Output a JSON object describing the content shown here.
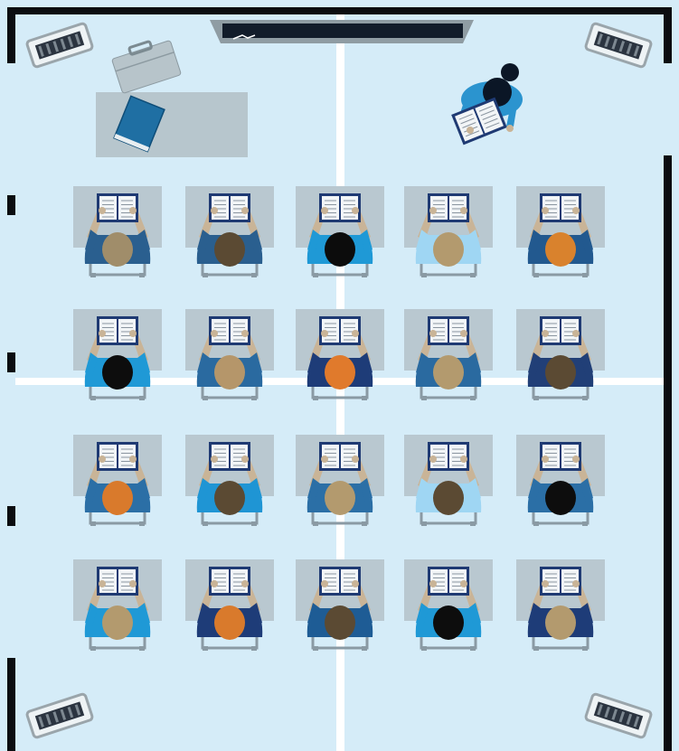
{
  "colors": {
    "floor": "#d5ecf8",
    "wall": "#0b0d10",
    "divider": "#ffffff",
    "desk": "#b9c8d0",
    "chair": "#8a9aa4",
    "book_cover": "#1f3a73",
    "book_page": "#f2f5f7",
    "skin": "#c9b497",
    "board_frame": "#8f9ca3",
    "board": "#121c2a",
    "teacher_table": "#b7c6cd",
    "briefcase": "#b7c4ca",
    "notebook": "#1f6fa3",
    "speaker": "#9aa5ab"
  },
  "scene": {
    "whiteboard": "whiteboard",
    "teacher_desk": "teacher-desk",
    "teacher": {
      "hair": "#0b1626",
      "shirt": "#2b94cf"
    },
    "speakers": [
      "top-left",
      "top-right",
      "bottom-left",
      "bottom-right"
    ]
  },
  "rows": [
    [
      {
        "shirt": "#2a5f8f",
        "hair": "#a08d6a"
      },
      {
        "shirt": "#2a5f8f",
        "hair": "#5b4a33"
      },
      {
        "shirt": "#1f99d6",
        "hair": "#0c0c0c"
      },
      {
        "shirt": "#9fd6f3",
        "hair": "#b39a6e"
      },
      {
        "shirt": "#22598f",
        "hair": "#d9822d"
      }
    ],
    [
      {
        "shirt": "#1f99d6",
        "hair": "#0d0d0d"
      },
      {
        "shirt": "#2a6aa0",
        "hair": "#b5966a"
      },
      {
        "shirt": "#1e3c78",
        "hair": "#e07a2c"
      },
      {
        "shirt": "#2a6aa0",
        "hair": "#b39a6e"
      },
      {
        "shirt": "#213f77",
        "hair": "#5b4a33"
      }
    ],
    [
      {
        "shirt": "#2b6fa6",
        "hair": "#d97a2c"
      },
      {
        "shirt": "#1f95d4",
        "hair": "#5b4a33"
      },
      {
        "shirt": "#2b6fa6",
        "hair": "#b39a6e"
      },
      {
        "shirt": "#9fd6f3",
        "hair": "#5b4a33"
      },
      {
        "shirt": "#2b6fa6",
        "hair": "#0d0d0d"
      }
    ],
    [
      {
        "shirt": "#1f99d6",
        "hair": "#b39a6e"
      },
      {
        "shirt": "#1e3c78",
        "hair": "#d97a2c"
      },
      {
        "shirt": "#1e5c95",
        "hair": "#5b4a33"
      },
      {
        "shirt": "#1f99d6",
        "hair": "#0d0d0d"
      },
      {
        "shirt": "#1e3c78",
        "hair": "#b39a6e"
      }
    ]
  ]
}
